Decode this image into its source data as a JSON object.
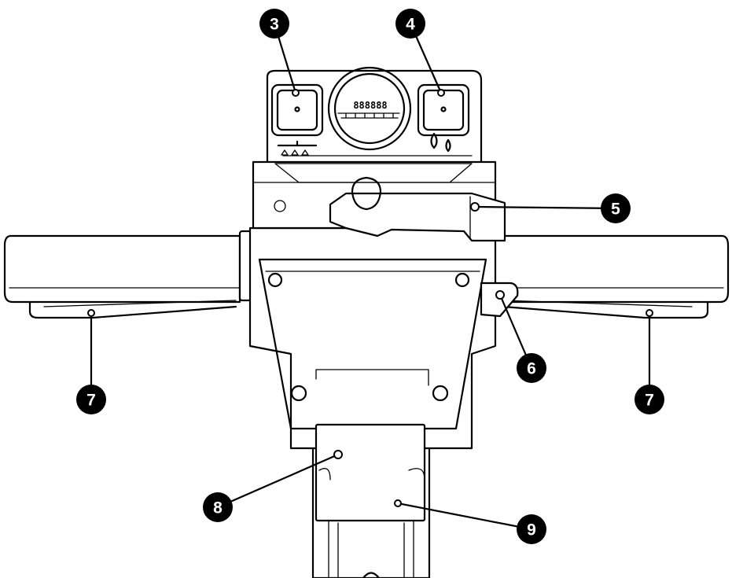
{
  "colors": {
    "line": "#000000",
    "background": "#ffffff",
    "badge_fill": "#000000",
    "badge_text": "#ffffff"
  },
  "display": {
    "readout": "888888"
  },
  "callouts": [
    {
      "id": "c3",
      "label": "3"
    },
    {
      "id": "c4",
      "label": "4"
    },
    {
      "id": "c5",
      "label": "5"
    },
    {
      "id": "c6",
      "label": "6"
    },
    {
      "id": "c7-left",
      "label": "7"
    },
    {
      "id": "c7-right",
      "label": "7"
    },
    {
      "id": "c8",
      "label": "8"
    },
    {
      "id": "c9",
      "label": "9"
    }
  ],
  "icons": {
    "left_switch_symbol": "brush-deck-raise-icon",
    "right_switch_symbol": "water-drops-icon"
  }
}
